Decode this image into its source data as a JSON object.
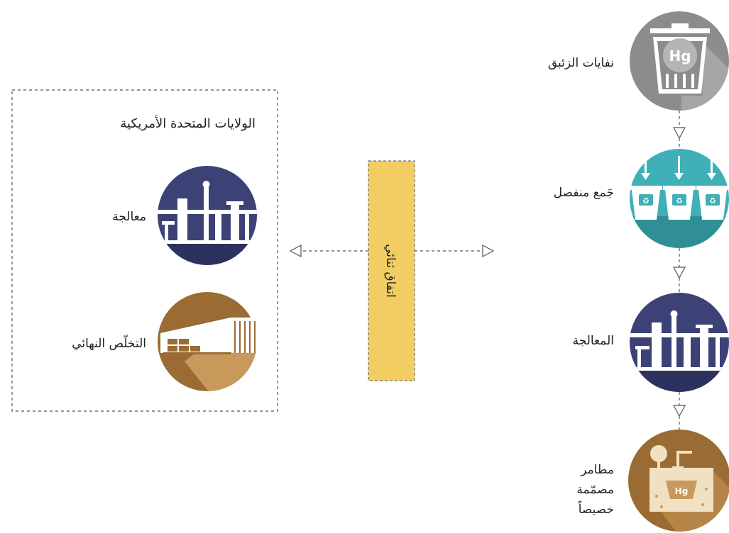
{
  "box": {
    "title": "الولايات المتحدة الأمريكية",
    "items": [
      {
        "label": "معالجة",
        "icon": "refinery-icon"
      },
      {
        "label": "التخلّص النهائي",
        "icon": "warehouse-icon"
      }
    ]
  },
  "agreement": {
    "label": "اتفاق ثنائي"
  },
  "flow": [
    {
      "label": "نفايات الزئبق",
      "icon": "mercury-waste-bin-icon",
      "badge": "Hg"
    },
    {
      "label": "جَمع منفصل",
      "icon": "recycling-bins-icon"
    },
    {
      "label": "المعالجة",
      "icon": "refinery-icon"
    },
    {
      "label_lines": [
        "مطامر",
        "مصمّمة",
        "خصيصاً"
      ],
      "icon": "landfill-icon",
      "badge": "Hg"
    }
  ],
  "colors": {
    "gray": "#8c8c8d",
    "teal": "#3fafb8",
    "navy": "#3c4276",
    "brown": "#9a6b33",
    "sand": "#c79a5c",
    "yellow": "#f3cd62"
  }
}
